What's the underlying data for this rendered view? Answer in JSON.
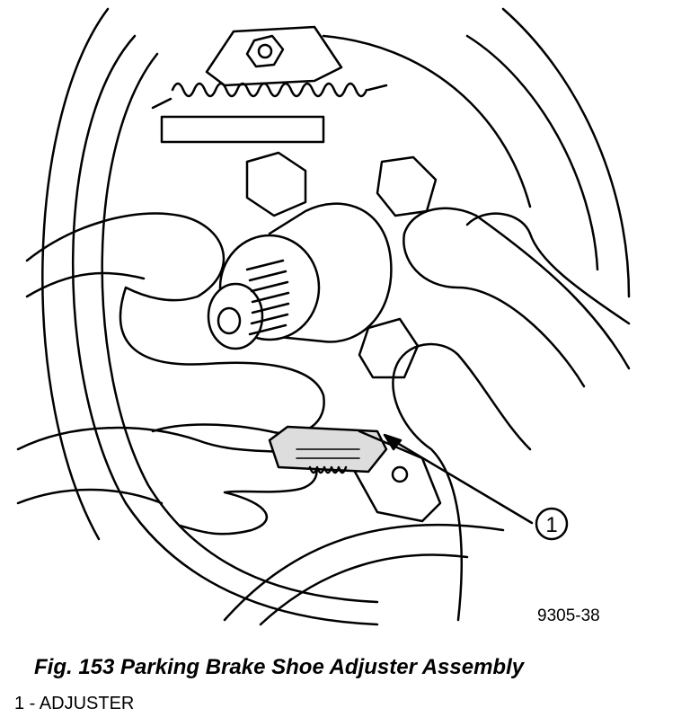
{
  "figure": {
    "callout_number": "1",
    "figure_code": "9305-38",
    "caption": "Fig. 153 Parking Brake Shoe Adjuster Assembly",
    "legend": [
      {
        "label": "1 - ADJUSTER"
      }
    ]
  }
}
